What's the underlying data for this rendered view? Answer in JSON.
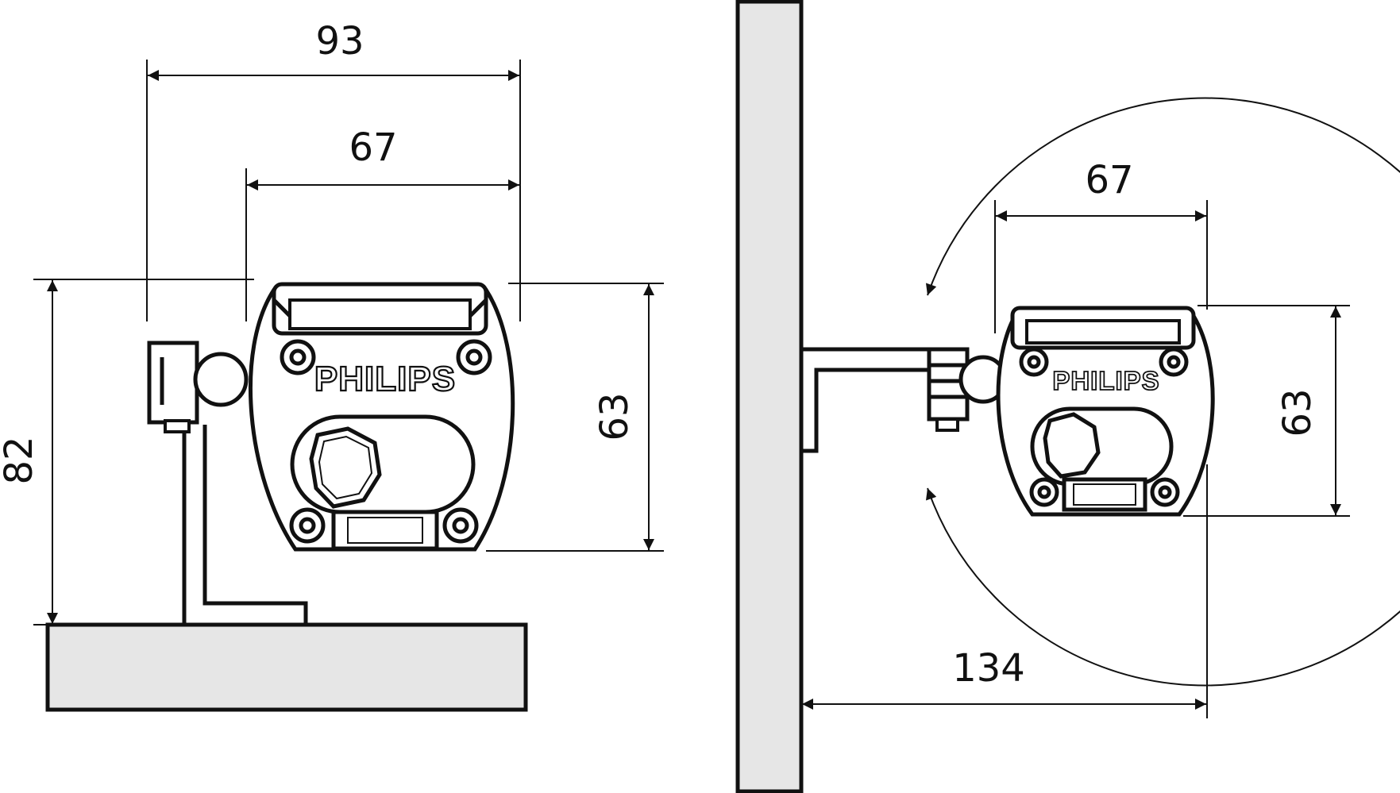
{
  "brand": "PHILIPS",
  "colors": {
    "line": "#111111",
    "surface_fill": "#e6e6e6",
    "background": "#ffffff"
  },
  "left_view": {
    "dimensions": {
      "overall_width": "93",
      "body_width": "67",
      "body_height": "63",
      "overall_height": "82"
    }
  },
  "right_view": {
    "dimensions": {
      "body_width": "67",
      "body_height": "63",
      "projection": "134"
    }
  }
}
